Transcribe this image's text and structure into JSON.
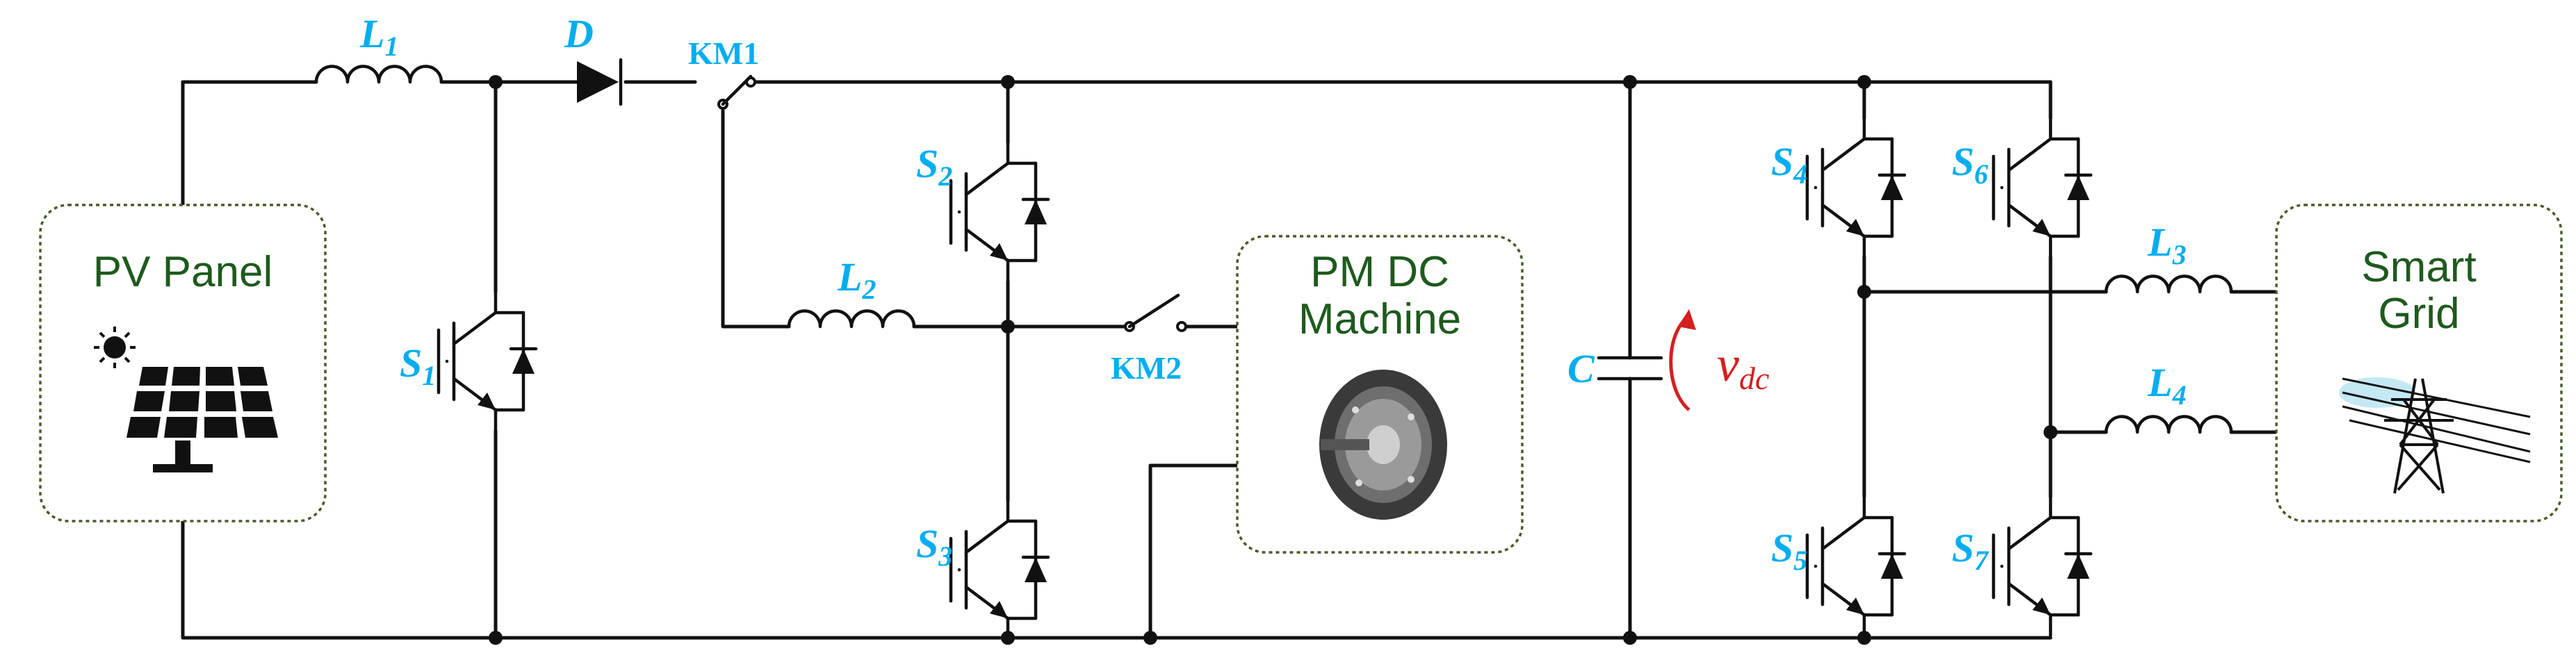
{
  "blocks": {
    "pv": {
      "label": "PV Panel"
    },
    "machine": {
      "line1": "PM DC",
      "line2": "Machine"
    },
    "grid": {
      "line1": "Smart",
      "line2": "Grid"
    }
  },
  "labels": {
    "L1": {
      "main": "L",
      "sub": "1"
    },
    "L2": {
      "main": "L",
      "sub": "2"
    },
    "L3": {
      "main": "L",
      "sub": "3"
    },
    "L4": {
      "main": "L",
      "sub": "4"
    },
    "D": "D",
    "KM1": "KM1",
    "KM2": "KM2",
    "S1": {
      "main": "S",
      "sub": "1"
    },
    "S2": {
      "main": "S",
      "sub": "2"
    },
    "S3": {
      "main": "S",
      "sub": "3"
    },
    "S4": {
      "main": "S",
      "sub": "4"
    },
    "S5": {
      "main": "S",
      "sub": "5"
    },
    "S6": {
      "main": "S",
      "sub": "6"
    },
    "S7": {
      "main": "S",
      "sub": "7"
    },
    "C": "C",
    "vdc": {
      "main": "v",
      "sub": "dc"
    }
  },
  "colors": {
    "label_blue": "#00aeef",
    "block_text_green": "#1e5a1e",
    "block_border": "#4a5a2a",
    "voltage_red": "#d42020",
    "wire": "#111111"
  },
  "icons": [
    "sun-icon",
    "solar-panel-icon",
    "wheel-motor-icon",
    "transmission-tower-icon"
  ]
}
